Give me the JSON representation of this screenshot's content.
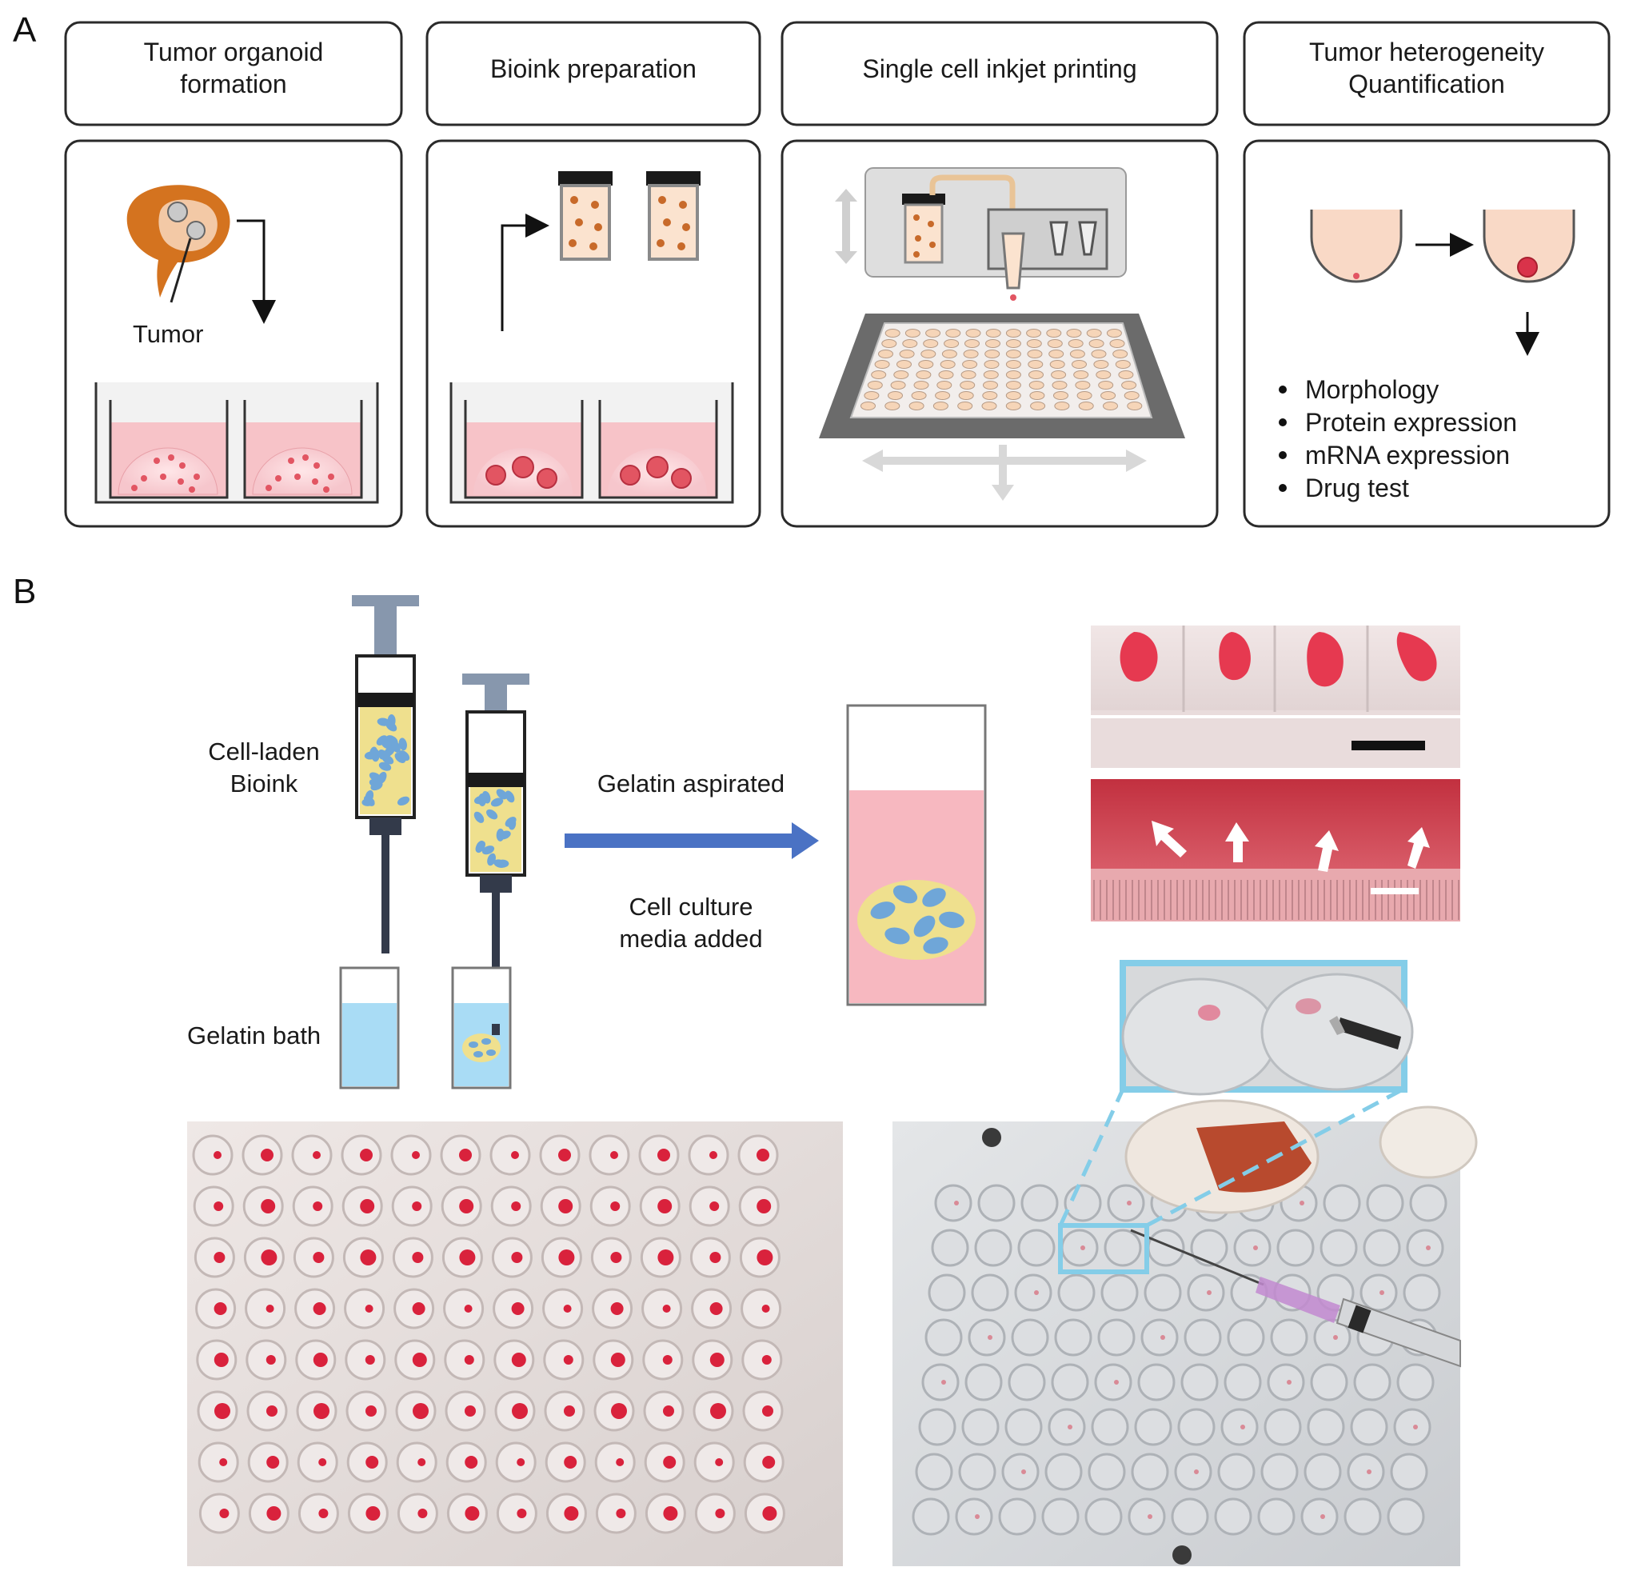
{
  "panels": {
    "a": {
      "letter": "A",
      "headers": [
        {
          "line1": "Tumor organoid",
          "line2": "formation"
        },
        {
          "line1": "Bioink preparation",
          "line2": ""
        },
        {
          "line1": "Single cell inkjet printing",
          "line2": ""
        },
        {
          "line1": "Tumor heterogeneity",
          "line2": "Quantification"
        }
      ],
      "tumor_label": "Tumor",
      "bullets": [
        "Morphology",
        "Protein expression",
        "mRNA expression",
        "Drug test"
      ]
    },
    "b": {
      "letter": "B",
      "bioink_label": {
        "line1": "Cell-laden",
        "line2": "Bioink"
      },
      "bath_label": "Gelatin bath",
      "arrow_top": "Gelatin aspirated",
      "arrow_bottom": {
        "line1": "Cell culture",
        "line2": "media added"
      }
    }
  },
  "colors": {
    "tumor_orange": "#d4731f",
    "media_pink": "#f7c3c8",
    "organoid_red": "#e25562",
    "bioink_yellow": "#efe08e",
    "cell_blue": "#6fa6d8",
    "syringe_gray": "#8797ad",
    "arrow_blue": "#4a72c4",
    "gelatin_blue": "#a9dcf5",
    "tissue_red": "#d9223c",
    "zoom_cyan": "#84cde8"
  }
}
